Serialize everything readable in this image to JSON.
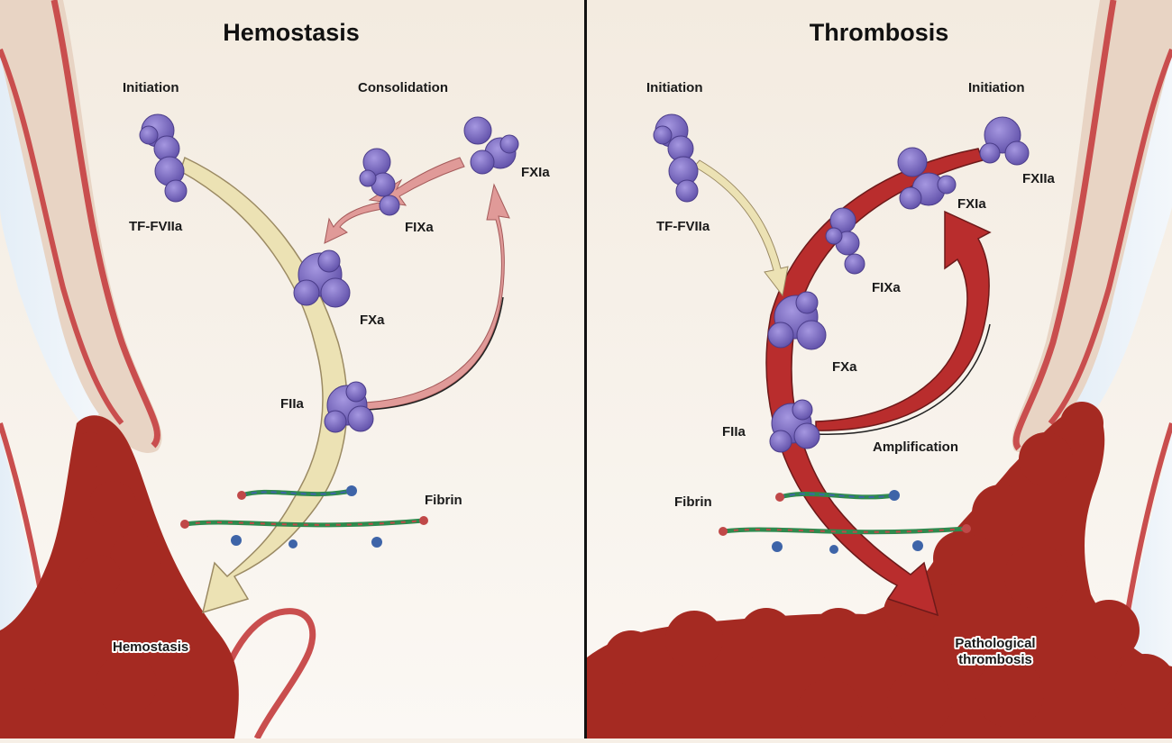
{
  "left_panel": {
    "title": "Hemostasis",
    "labels": {
      "initiation": "Initiation",
      "consolidation": "Consolidation",
      "tf_fviia": "TF-FVIIa",
      "fixa": "FIXa",
      "fxia": "FXIa",
      "fxa": "FXa",
      "fiia": "FIIa",
      "fibrin": "Fibrin",
      "outcome": "Hemostasis"
    }
  },
  "right_panel": {
    "title": "Thrombosis",
    "labels": {
      "initiation_left": "Initiation",
      "initiation_right": "Initiation",
      "tf_fviia": "TF-FVIIa",
      "fxiia": "FXIIa",
      "fxia": "FXIa",
      "fixa": "FIXa",
      "fxa": "FXa",
      "fiia": "FIIa",
      "amplification": "Amplification",
      "fibrin": "Fibrin",
      "outcome_line1": "Pathological",
      "outcome_line2": "thrombosis"
    }
  },
  "colors": {
    "background": "#f6efe6",
    "vessel_wall": "#c94e4e",
    "protein": "#7b6bc4",
    "clot": "#a52a22",
    "arrow_hemostasis": "#ece2b4",
    "arrow_thrombosis": "#b92d2d",
    "arrow_feedback": "#e09a98"
  }
}
